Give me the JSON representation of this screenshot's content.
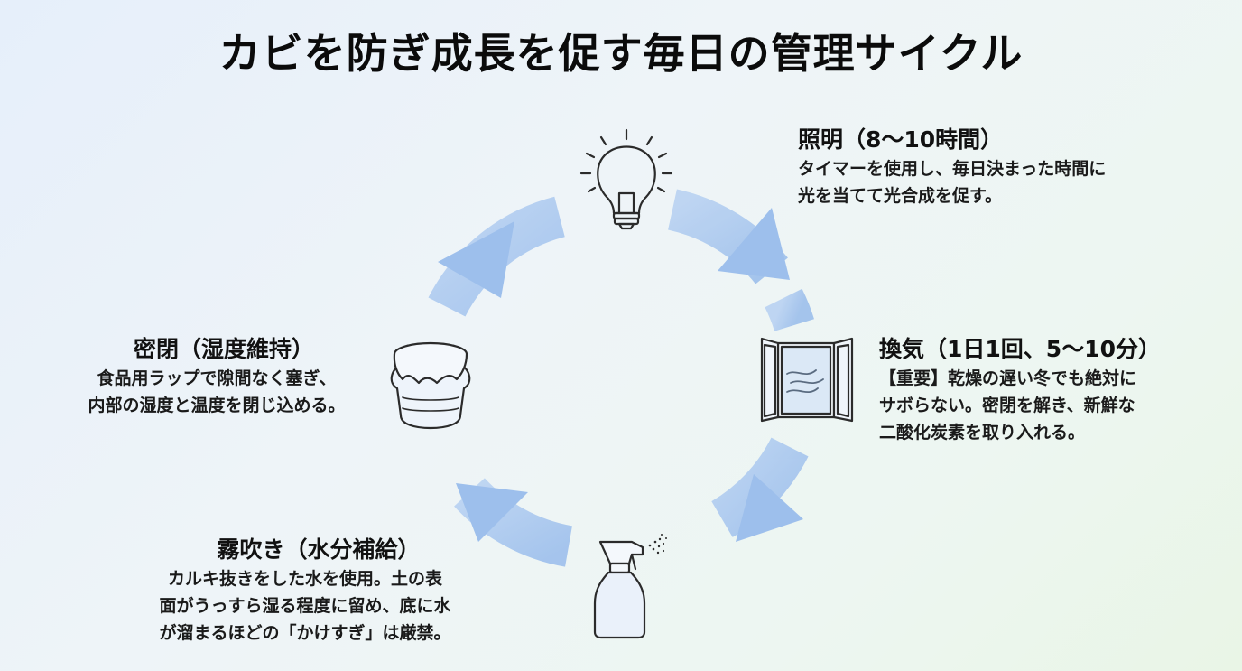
{
  "title": "カビを防ぎ成長を促す毎日の管理サイクル",
  "colors": {
    "arrow": "#a9c6ee",
    "arrow_light": "#d6e6f8",
    "icon_stroke": "#2b2b2b"
  },
  "steps": {
    "lighting": {
      "icon": "lightbulb-icon",
      "title": "照明（8〜10時間）",
      "lines": [
        "タイマーを使用し、毎日決まった時間に",
        "光を当てて光合成を促す。"
      ]
    },
    "ventilation": {
      "icon": "window-icon",
      "title": "換気（1日1回、5〜10分）",
      "lines": [
        "【重要】乾燥の遅い冬でも絶対に",
        "サボらない。密閉を解き、新鮮な",
        "二酸化炭素を取り入れる。"
      ]
    },
    "misting": {
      "icon": "spray-bottle-icon",
      "title": "霧吹き（水分補給）",
      "lines": [
        "カルキ抜きをした水を使用。土の表",
        "面がうっすら湿る程度に留め、底に水",
        "が溜まるほどの「かけすぎ」は厳禁。"
      ]
    },
    "sealing": {
      "icon": "jar-icon",
      "title": "密閉（湿度維持）",
      "lines": [
        "食品用ラップで隙間なく塞ぎ、",
        "内部の湿度と温度を閉じ込める。"
      ]
    }
  }
}
